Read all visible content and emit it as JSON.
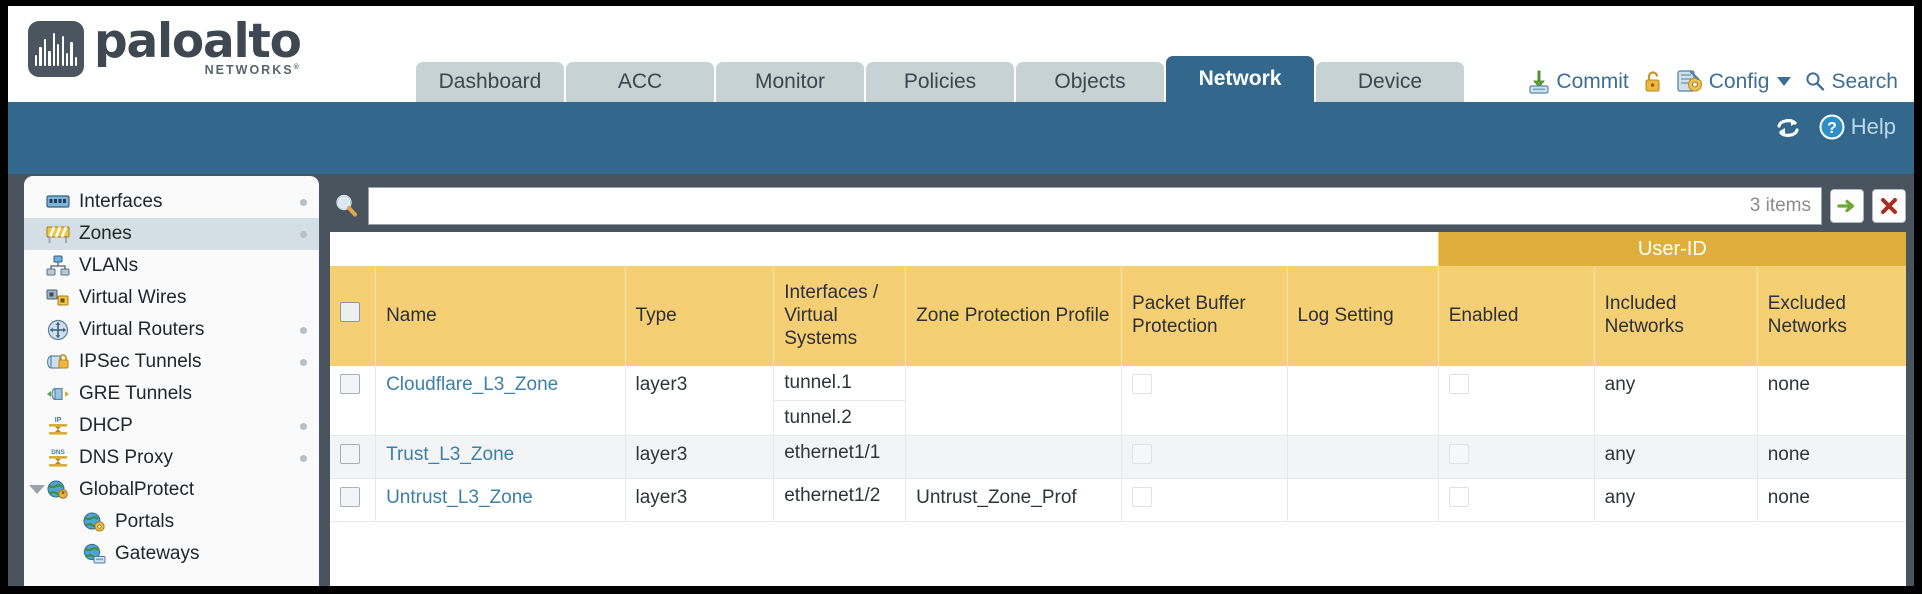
{
  "brand": {
    "name": "paloalto",
    "sub": "NETWORKS",
    "sup": "®"
  },
  "header": {
    "tabs": [
      {
        "label": "Dashboard",
        "active": false
      },
      {
        "label": "ACC",
        "active": false
      },
      {
        "label": "Monitor",
        "active": false
      },
      {
        "label": "Policies",
        "active": false
      },
      {
        "label": "Objects",
        "active": false
      },
      {
        "label": "Network",
        "active": true
      },
      {
        "label": "Device",
        "active": false
      }
    ],
    "actions": [
      {
        "label": "Commit",
        "icon": "commit-icon"
      },
      {
        "label": "",
        "icon": "lock-icon"
      },
      {
        "label": "Config",
        "icon": "config-icon",
        "caret": true
      },
      {
        "label": "Search",
        "icon": "search-icon"
      }
    ]
  },
  "band": {
    "refresh_icon": "refresh-icon",
    "help_label": "Help",
    "help_icon": "help-icon"
  },
  "sidebar": {
    "items": [
      {
        "label": "Interfaces",
        "icon": "interfaces-icon",
        "selected": false,
        "dot": true,
        "child": false,
        "twisty": false
      },
      {
        "label": "Zones",
        "icon": "zones-icon",
        "selected": true,
        "dot": true,
        "child": false,
        "twisty": false
      },
      {
        "label": "VLANs",
        "icon": "vlans-icon",
        "selected": false,
        "dot": false,
        "child": false,
        "twisty": false
      },
      {
        "label": "Virtual Wires",
        "icon": "virtual-wires-icon",
        "selected": false,
        "dot": false,
        "child": false,
        "twisty": false
      },
      {
        "label": "Virtual Routers",
        "icon": "virtual-routers-icon",
        "selected": false,
        "dot": true,
        "child": false,
        "twisty": false
      },
      {
        "label": "IPSec Tunnels",
        "icon": "ipsec-tunnels-icon",
        "selected": false,
        "dot": true,
        "child": false,
        "twisty": false
      },
      {
        "label": "GRE Tunnels",
        "icon": "gre-tunnels-icon",
        "selected": false,
        "dot": false,
        "child": false,
        "twisty": false
      },
      {
        "label": "DHCP",
        "icon": "dhcp-icon",
        "selected": false,
        "dot": true,
        "child": false,
        "twisty": false
      },
      {
        "label": "DNS Proxy",
        "icon": "dns-proxy-icon",
        "selected": false,
        "dot": true,
        "child": false,
        "twisty": false
      },
      {
        "label": "GlobalProtect",
        "icon": "globalprotect-icon",
        "selected": false,
        "dot": false,
        "child": false,
        "twisty": true
      },
      {
        "label": "Portals",
        "icon": "portals-icon",
        "selected": false,
        "dot": false,
        "child": true,
        "twisty": false
      },
      {
        "label": "Gateways",
        "icon": "gateways-icon",
        "selected": false,
        "dot": false,
        "child": true,
        "twisty": false
      }
    ]
  },
  "search": {
    "value": "",
    "placeholder": "",
    "items_count": "3 items",
    "apply_icon": "apply-arrow-icon",
    "clear_icon": "clear-x-icon"
  },
  "table": {
    "group_header": "User-ID",
    "columns": [
      "Name",
      "Type",
      "Interfaces / Virtual Systems",
      "Zone Protection Profile",
      "Packet Buffer Protection",
      "Log Setting",
      "Enabled",
      "Included Networks",
      "Excluded Networks"
    ],
    "rows": [
      {
        "name": "Cloudflare_L3_Zone",
        "type": "layer3",
        "interfaces": [
          "tunnel.1",
          "tunnel.2"
        ],
        "zone_protection_profile": "",
        "packet_buffer_protection": false,
        "log_setting": "",
        "enabled": false,
        "included_networks": "any",
        "excluded_networks": "none"
      },
      {
        "name": "Trust_L3_Zone",
        "type": "layer3",
        "interfaces": [
          "ethernet1/1"
        ],
        "zone_protection_profile": "",
        "packet_buffer_protection": false,
        "log_setting": "",
        "enabled": false,
        "included_networks": "any",
        "excluded_networks": "none"
      },
      {
        "name": "Untrust_L3_Zone",
        "type": "layer3",
        "interfaces": [
          "ethernet1/2"
        ],
        "zone_protection_profile": "Untrust_Zone_Prof",
        "packet_buffer_protection": false,
        "log_setting": "",
        "enabled": false,
        "included_networks": "any",
        "excluded_networks": "none"
      }
    ]
  },
  "colors": {
    "brand_blue": "#33688c",
    "header_amber": "#f5cf74",
    "group_amber": "#e0ae3c",
    "slate": "#49545f",
    "link_blue": "#3d7fa8"
  }
}
